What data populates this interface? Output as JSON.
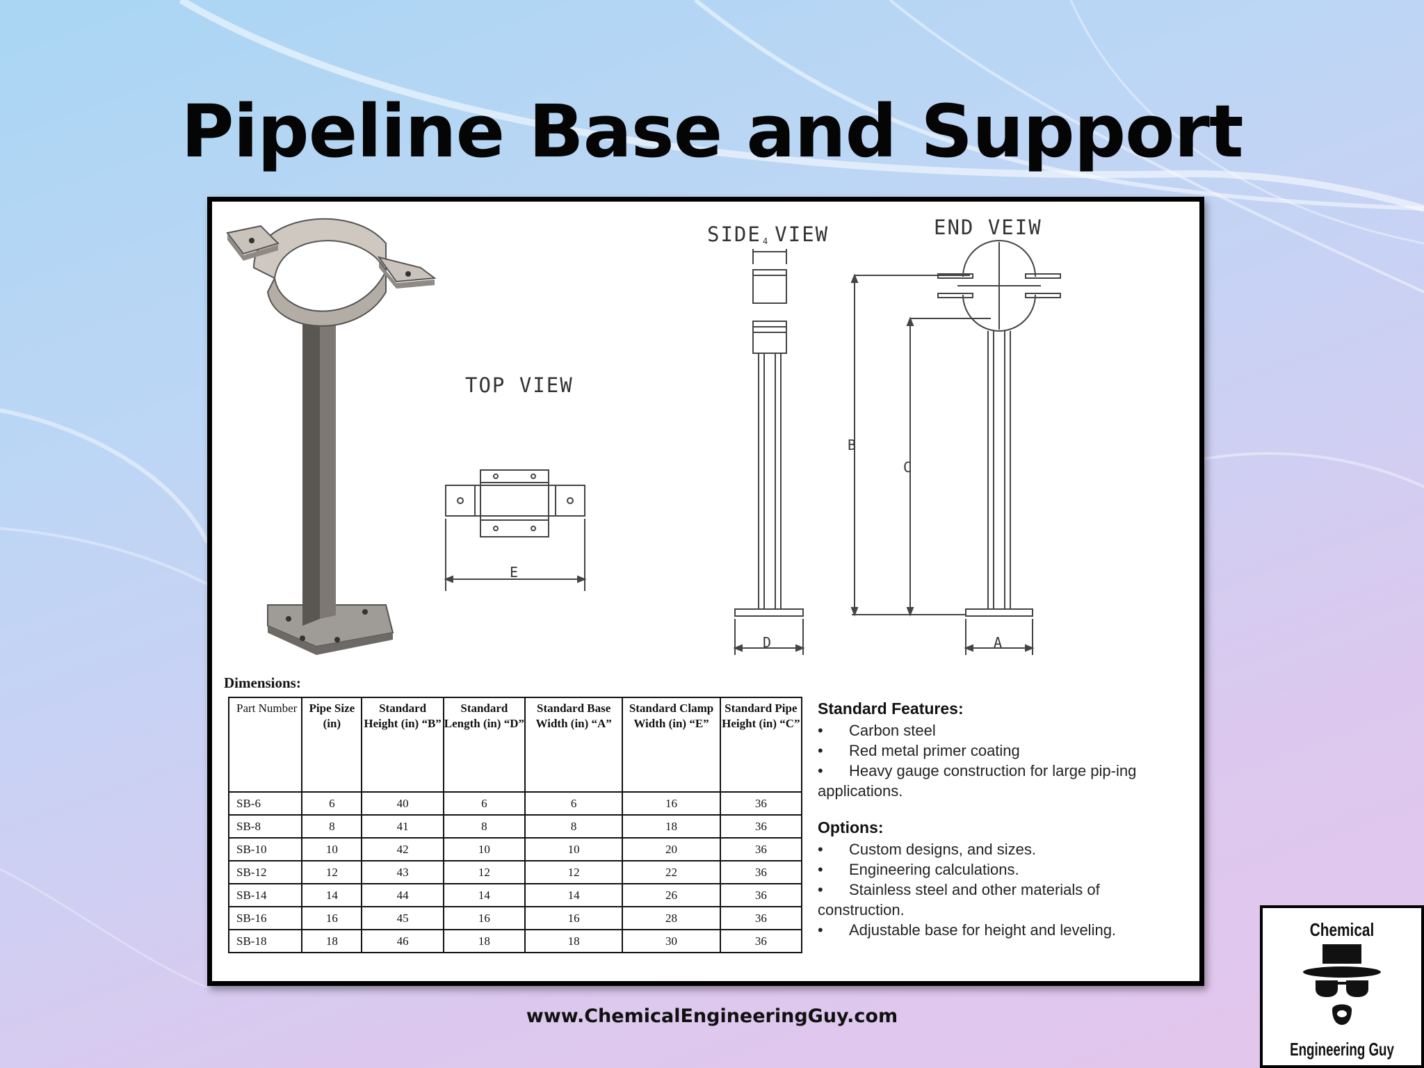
{
  "slide": {
    "title": "Pipeline Base and Support",
    "footer_url": "www.ChemicalEngineeringGuy.com"
  },
  "drawing": {
    "side_view_label": "SIDE VIEW",
    "end_view_label": "END VEIW",
    "top_view_label": "TOP VIEW",
    "dim_letters": {
      "b": "B",
      "c": "C",
      "d": "D",
      "a": "A",
      "e": "E",
      "side_width": "4"
    }
  },
  "dimensions": {
    "heading": "Dimensions:",
    "columns": [
      "Part Number",
      "Pipe Size (in)",
      "Standard Height (in) “B”",
      "Standard Length (in) “D”",
      "Standard Base Width (in) “A”",
      "Standard Clamp Width (in) “E”",
      "Standard Pipe Height (in) “C”"
    ],
    "rows": [
      [
        "SB-6",
        "6",
        "40",
        "6",
        "6",
        "16",
        "36"
      ],
      [
        "SB-8",
        "8",
        "41",
        "8",
        "8",
        "18",
        "36"
      ],
      [
        "SB-10",
        "10",
        "42",
        "10",
        "10",
        "20",
        "36"
      ],
      [
        "SB-12",
        "12",
        "43",
        "12",
        "12",
        "22",
        "36"
      ],
      [
        "SB-14",
        "14",
        "44",
        "14",
        "14",
        "26",
        "36"
      ],
      [
        "SB-16",
        "16",
        "45",
        "16",
        "16",
        "28",
        "36"
      ],
      [
        "SB-18",
        "18",
        "46",
        "18",
        "18",
        "30",
        "36"
      ]
    ]
  },
  "features": {
    "heading": "Standard Features:",
    "items": [
      "Carbon steel",
      "Red metal primer coating",
      "Heavy gauge construction for large pip-ing applications."
    ]
  },
  "options": {
    "heading": "Options:",
    "items": [
      "Custom designs, and sizes.",
      "Engineering calculations.",
      "Stainless steel and other materials of construction.",
      "Adjustable base for height and leveling."
    ]
  },
  "logo": {
    "line1": "Chemical",
    "line2": "Engineering Guy"
  },
  "colors": {
    "background_top": "#a9d6f3",
    "background_bottom": "#e4c6ec",
    "title": "#050505",
    "panel_border": "#000000"
  }
}
